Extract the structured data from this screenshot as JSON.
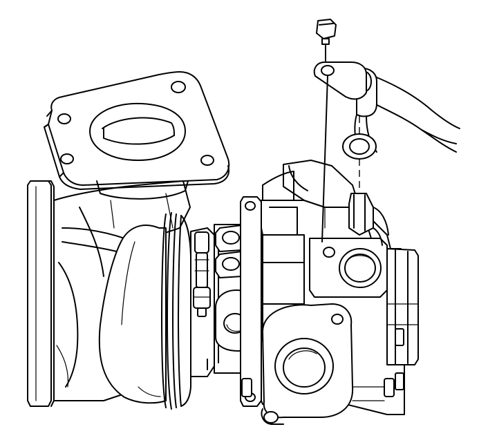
{
  "diagram": {
    "stroke_color": "#000000",
    "background_color": "#ffffff",
    "components": [
      {
        "id": "exhaust-inlet-flange",
        "icon": "flange-icon"
      },
      {
        "id": "turbo-outlet-flange",
        "icon": "flange-icon"
      },
      {
        "id": "turbine-housing",
        "icon": "housing-icon"
      },
      {
        "id": "compressor-housing",
        "icon": "housing-icon"
      },
      {
        "id": "oil-feed-bracket",
        "icon": "bracket-icon"
      },
      {
        "id": "mounting-bolt",
        "icon": "bolt-icon"
      },
      {
        "id": "coolant-pipe",
        "icon": "pipe-icon"
      },
      {
        "id": "sealing-washer",
        "icon": "washer-icon"
      }
    ]
  }
}
